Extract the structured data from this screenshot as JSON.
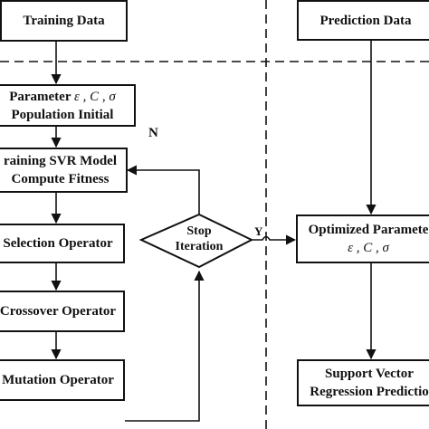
{
  "boxes": {
    "training_data": "Training Data",
    "prediction_data": "Prediction Data",
    "parameter_line1_prefix": "Parameter",
    "parameter_line1_symbols": "ε , C , σ",
    "parameter_line2": "Population Initial",
    "training_svr_line1": "raining SVR Model",
    "training_svr_line2": "Compute Fitness",
    "selection": "Selection Operator",
    "crossover": "Crossover Operator",
    "mutation": "Mutation Operator",
    "optimized_line1": "Optimized Paramete",
    "optimized_line2": "ε , C , σ",
    "svr_line1": "Support Vector",
    "svr_line2": "Regression Predictio"
  },
  "decision": {
    "line1": "Stop",
    "line2": "Iteration"
  },
  "edge_labels": {
    "no": "N",
    "yes": "Y"
  }
}
